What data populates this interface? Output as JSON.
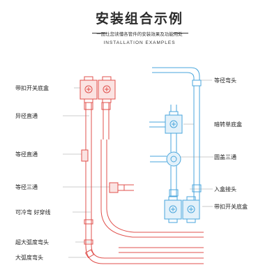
{
  "header": {
    "title": "安装组合示例",
    "subtitle": "一图让您读懂各管件的安装效果及功能用处",
    "en_title": "INSTALLATION EXAMPLES"
  },
  "left_labels": {
    "switch_box": "带扣开关底盒",
    "reducer": "异径直通",
    "coupling": "等径直通",
    "tee": "等径三通",
    "cold_bend": "可冷弯 好穿线",
    "xl_elbow": "超大弧度弯头",
    "large_elbow": "大弧度弯头"
  },
  "right_labels": {
    "elbow": "等径弯头",
    "hidden_box": "暗转单底盒",
    "round_tee": "圆盖三通",
    "box_connector": "入盒接头",
    "switch_box": "带扣开关底盒"
  },
  "colors": {
    "red_pipe": "#e0504c",
    "blue_pipe": "#4aa6dc",
    "leader": "#bbbbbb"
  }
}
